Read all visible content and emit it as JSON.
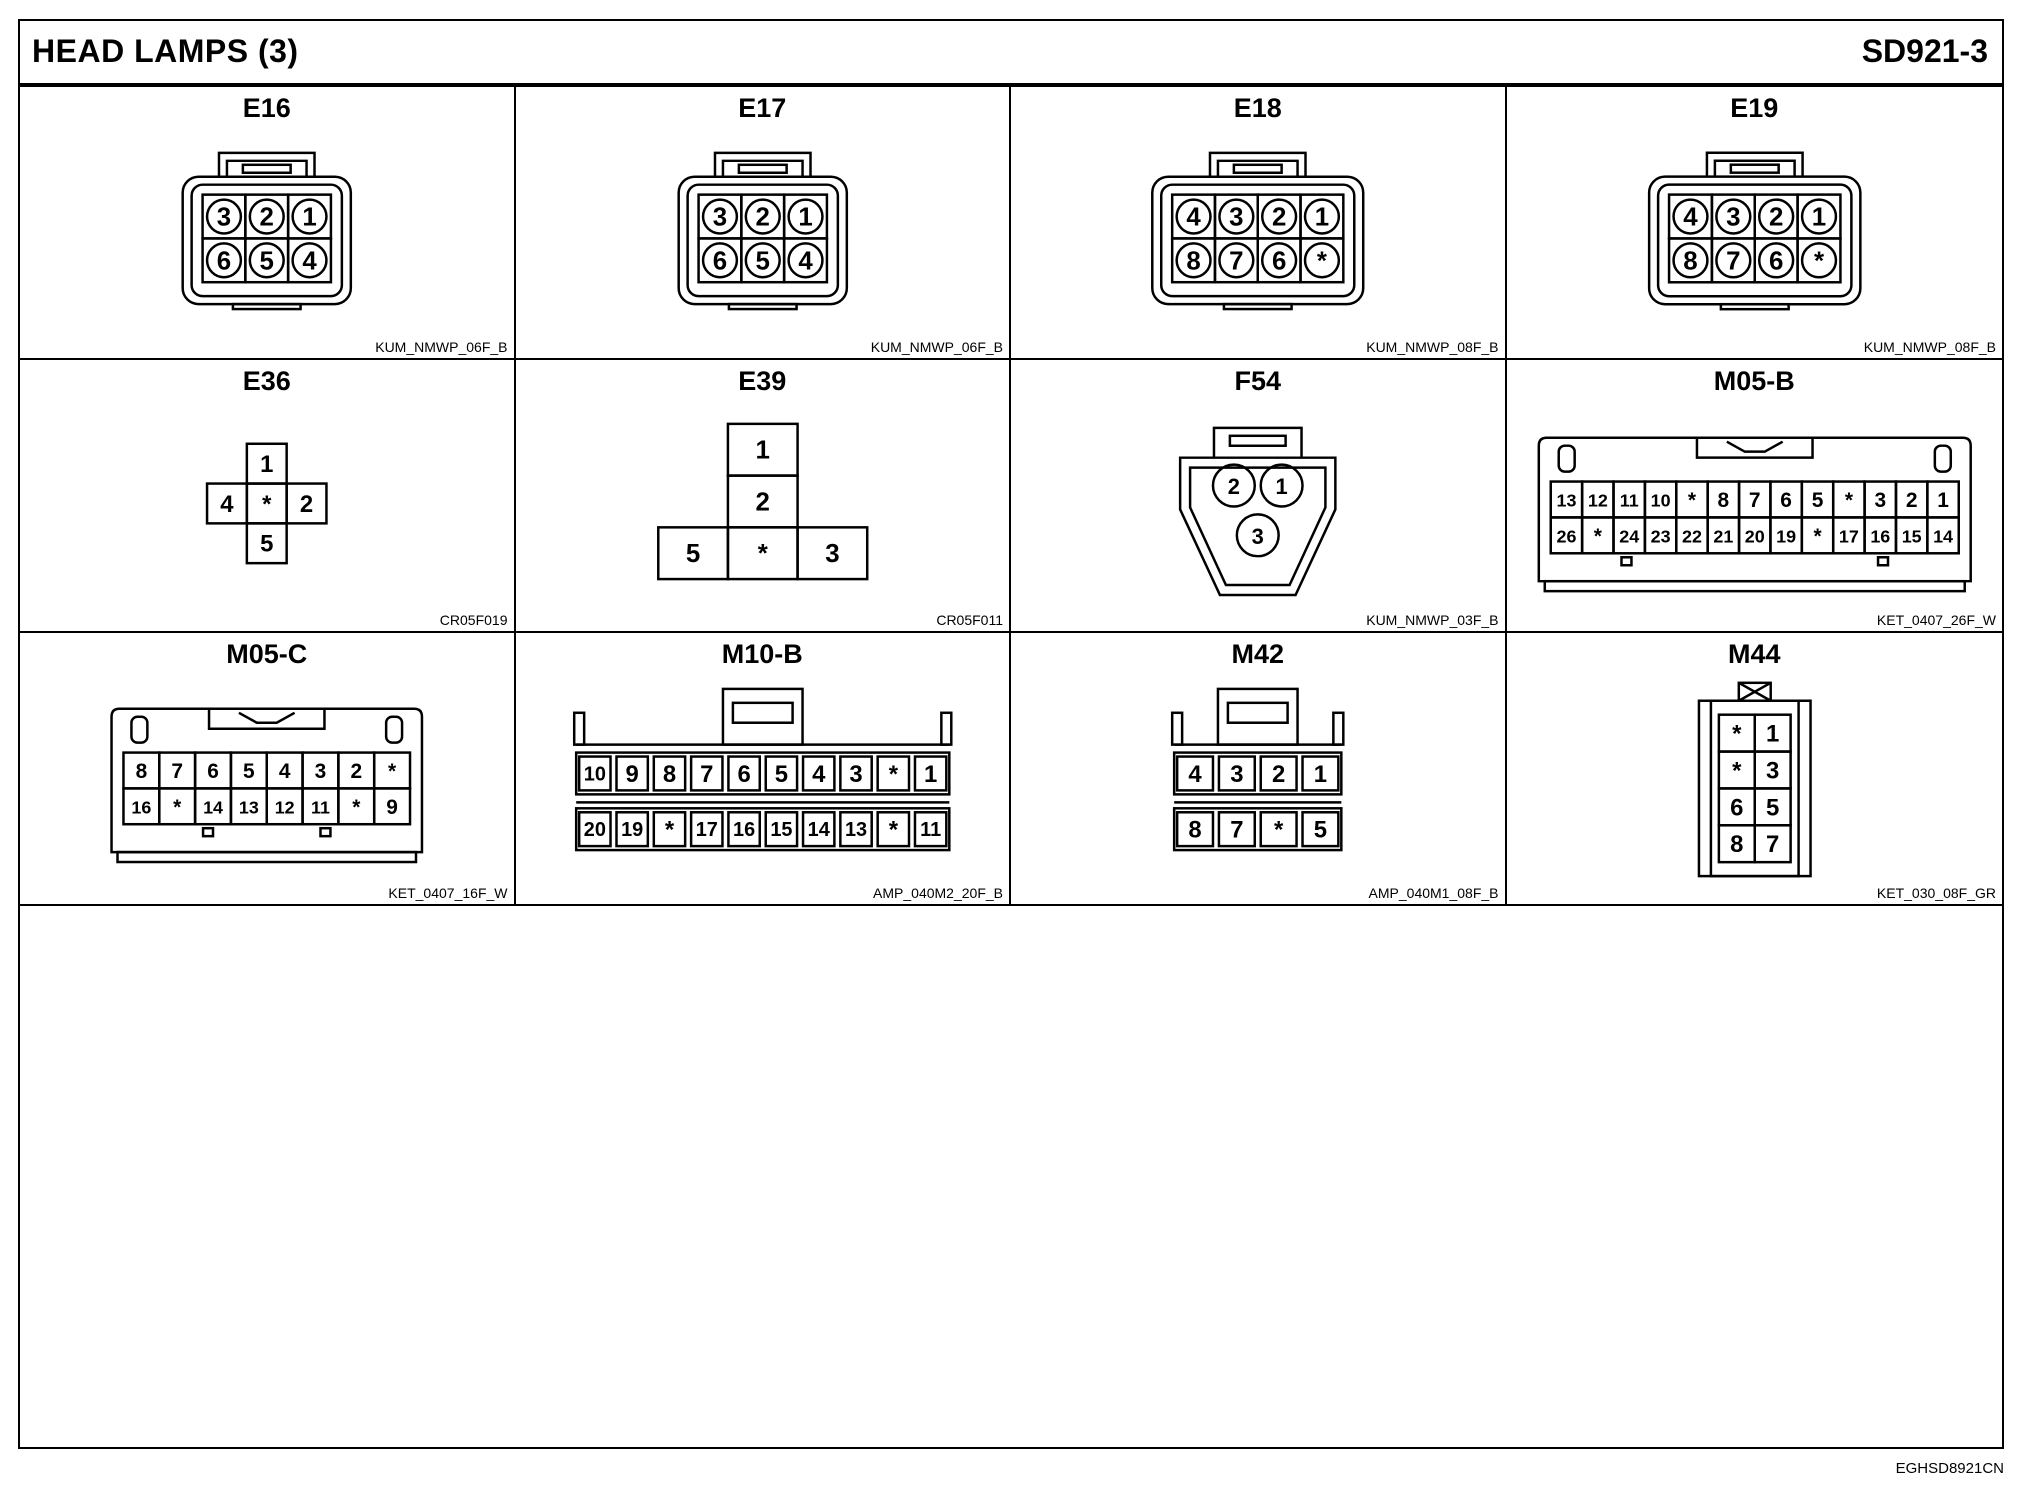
{
  "header": {
    "title": "HEAD LAMPS (3)",
    "page_id": "SD921-3"
  },
  "connectors": [
    {
      "name": "E16",
      "code": "KUM_NMWP_06F_B",
      "rows": [
        [
          "3",
          "2",
          "1"
        ],
        [
          "6",
          "5",
          "4"
        ]
      ]
    },
    {
      "name": "E17",
      "code": "KUM_NMWP_06F_B",
      "rows": [
        [
          "3",
          "2",
          "1"
        ],
        [
          "6",
          "5",
          "4"
        ]
      ]
    },
    {
      "name": "E18",
      "code": "KUM_NMWP_08F_B",
      "rows": [
        [
          "4",
          "3",
          "2",
          "1"
        ],
        [
          "8",
          "7",
          "6",
          "*"
        ]
      ]
    },
    {
      "name": "E19",
      "code": "KUM_NMWP_08F_B",
      "rows": [
        [
          "4",
          "3",
          "2",
          "1"
        ],
        [
          "8",
          "7",
          "6",
          "*"
        ]
      ]
    },
    {
      "name": "E36",
      "code": "CR05F019",
      "pins": [
        "1",
        "4",
        "*",
        "2",
        "5"
      ]
    },
    {
      "name": "E39",
      "code": "CR05F011",
      "pins": [
        "1",
        "2",
        "5",
        "*",
        "3"
      ]
    },
    {
      "name": "F54",
      "code": "KUM_NMWP_03F_B",
      "pins": [
        "2",
        "1",
        "3"
      ]
    },
    {
      "name": "M05-B",
      "code": "KET_0407_26F_W",
      "rows": [
        [
          "13",
          "12",
          "11",
          "10",
          "*",
          "8",
          "7",
          "6",
          "5",
          "*",
          "3",
          "2",
          "1"
        ],
        [
          "26",
          "*",
          "24",
          "23",
          "22",
          "21",
          "20",
          "19",
          "*",
          "17",
          "16",
          "15",
          "14"
        ]
      ]
    },
    {
      "name": "M05-C",
      "code": "KET_0407_16F_W",
      "rows": [
        [
          "8",
          "7",
          "6",
          "5",
          "4",
          "3",
          "2",
          "*"
        ],
        [
          "16",
          "*",
          "14",
          "13",
          "12",
          "11",
          "*",
          "9"
        ]
      ]
    },
    {
      "name": "M10-B",
      "code": "AMP_040M2_20F_B",
      "rows": [
        [
          "10",
          "9",
          "8",
          "7",
          "6",
          "5",
          "4",
          "3",
          "*",
          "1"
        ],
        [
          "20",
          "19",
          "*",
          "17",
          "16",
          "15",
          "14",
          "13",
          "*",
          "11"
        ]
      ]
    },
    {
      "name": "M42",
      "code": "AMP_040M1_08F_B",
      "rows": [
        [
          "4",
          "3",
          "2",
          "1"
        ],
        [
          "8",
          "7",
          "*",
          "5"
        ]
      ]
    },
    {
      "name": "M44",
      "code": "KET_030_08F_GR",
      "rows": [
        [
          "*",
          "1"
        ],
        [
          "*",
          "3"
        ],
        [
          "6",
          "5"
        ],
        [
          "8",
          "7"
        ]
      ]
    }
  ],
  "footer": {
    "code": "EGHSD8921CN"
  }
}
